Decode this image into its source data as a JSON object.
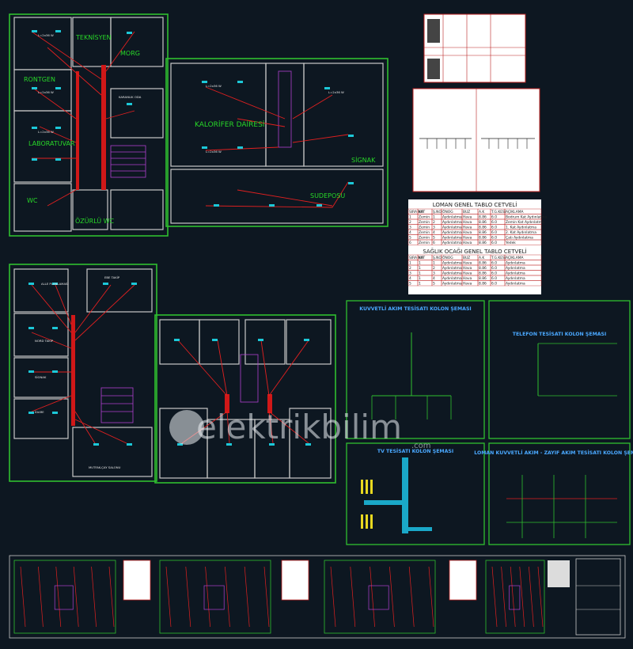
{
  "plan_top": {
    "rooms": [
      "TEKNİSYEN",
      "MORG",
      "RONTGEN",
      "LABORATUVAR",
      "KARANLIK ODA",
      "KALORİFER DAİRESİ",
      "SİGNAK",
      "SUDEPOSU",
      "WC",
      "ÖZÜRLÜ WC"
    ]
  },
  "plan_bottom_left": {
    "rooms": [
      "ALLE PLANLAMASI",
      "EBE TAKİP",
      "NORD TAKİP",
      "SİGNAK",
      "İDARE",
      "MUTFAK-ÇAY SALONU"
    ]
  },
  "plan_lamp_label": "L=2x36 W",
  "table_loman": {
    "title": "LOMAN GENEL TABLO CETVELİ",
    "headers": [
      "SIRA NO",
      "KAT",
      "Ş.NO",
      "ÖNOG",
      "BUZ",
      "A.K",
      "T.G.KESİ",
      "AÇIKLAMA"
    ],
    "rows": [
      [
        "1",
        "Zemin",
        "1",
        "Aydınlatma",
        "Hava",
        "8.86",
        "6.0",
        "Bodrum Kat Aydınlatma"
      ],
      [
        "2",
        "Zemin",
        "2",
        "Aydınlatma",
        "Hava",
        "8.86",
        "6.0",
        "Zemin Kat Aydınlatma"
      ],
      [
        "3",
        "Zemin",
        "3",
        "Aydınlatma",
        "Hava",
        "8.86",
        "6.0",
        "1. Kat Aydınlatma"
      ],
      [
        "4",
        "Zemin",
        "4",
        "Aydınlatma",
        "Hava",
        "8.86",
        "6.0",
        "2. Kat Aydınlatma"
      ],
      [
        "5",
        "Zemin",
        "5",
        "Aydınlatma",
        "Hava",
        "8.86",
        "6.0",
        "Çatı Aydınlatma"
      ],
      [
        "6",
        "Zemin",
        "6",
        "Aydınlatma",
        "Hava",
        "8.86",
        "6.0",
        "Yedek"
      ]
    ]
  },
  "table_saglik": {
    "title": "SAĞLIK OCAĞI GENEL TABLO CETVELİ",
    "headers": [
      "SIRA NO",
      "KAT",
      "Ş.NO",
      "ÖNOG",
      "BUZ",
      "A.K",
      "T.G.KESİ",
      "AÇIKLAMA"
    ],
    "rows": [
      [
        "1",
        "1",
        "1",
        "Aydınlatma",
        "Hava",
        "8.86",
        "6.0",
        "Aydınlatma"
      ],
      [
        "2",
        "1",
        "2",
        "Aydınlatma",
        "Hava",
        "8.86",
        "6.0",
        "Aydınlatma"
      ],
      [
        "3",
        "1",
        "3",
        "Aydınlatma",
        "Hava",
        "8.86",
        "6.0",
        "Aydınlatma"
      ],
      [
        "4",
        "1",
        "4",
        "Aydınlatma",
        "Hava",
        "8.86",
        "6.0",
        "Aydınlatma"
      ],
      [
        "5",
        "1",
        "5",
        "Aydınlatma",
        "Hava",
        "8.86",
        "6.0",
        "Aydınlatma"
      ]
    ]
  },
  "panels": {
    "kuvvetli": "KUVVETLİ AKIM TESİSATI KOLON ŞEMASI",
    "telefon": "TELEFON TESİSATI KOLON ŞEMASI",
    "tv": "TV TESİSATI KOLON ŞEMASI",
    "loman": "LOMAN KUVVETLİ AKIM - ZAYIF AKIM TESİSATI KOLON ŞEMASI"
  },
  "watermark": {
    "brand": "elektrikbilim",
    "sub": ".com"
  },
  "colors": {
    "background": "#0d1721",
    "wall": "#c8c8c8",
    "outline": "#2fbf2f",
    "wire": "#e02020",
    "lamp": "#1cc8d8",
    "title_blue": "#4aa8ff"
  }
}
